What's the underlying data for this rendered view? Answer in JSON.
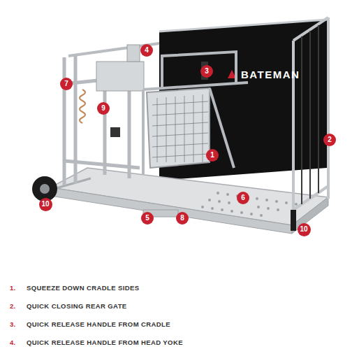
{
  "diagram": {
    "nodes": [
      {
        "text": [
          "4"
        ]
      },
      {
        "text": [
          "3"
        ]
      },
      {
        "text": [
          "7"
        ]
      },
      {
        "text": [
          "9"
        ]
      },
      {
        "text": [
          "2"
        ]
      },
      {
        "text": [
          "1"
        ]
      },
      {
        "text": [
          "6"
        ]
      },
      {
        "text": [
          "10"
        ]
      },
      {
        "text": [
          "5"
        ]
      },
      {
        "text": [
          "8"
        ]
      },
      {
        "text": [
          "10"
        ]
      }
    ],
    "labels": [
      "BATEMAN",
      "1.",
      "SQUEEZE DOWN CRADLE SIDES",
      "2.",
      "QUICK CLOSING REAR GATE",
      "3.",
      "QUICK RELEASE HANDLE FROM CRADLE",
      "4.",
      "QUICK RELEASE HANDLE FROM HEAD YOKE"
    ]
  }
}
